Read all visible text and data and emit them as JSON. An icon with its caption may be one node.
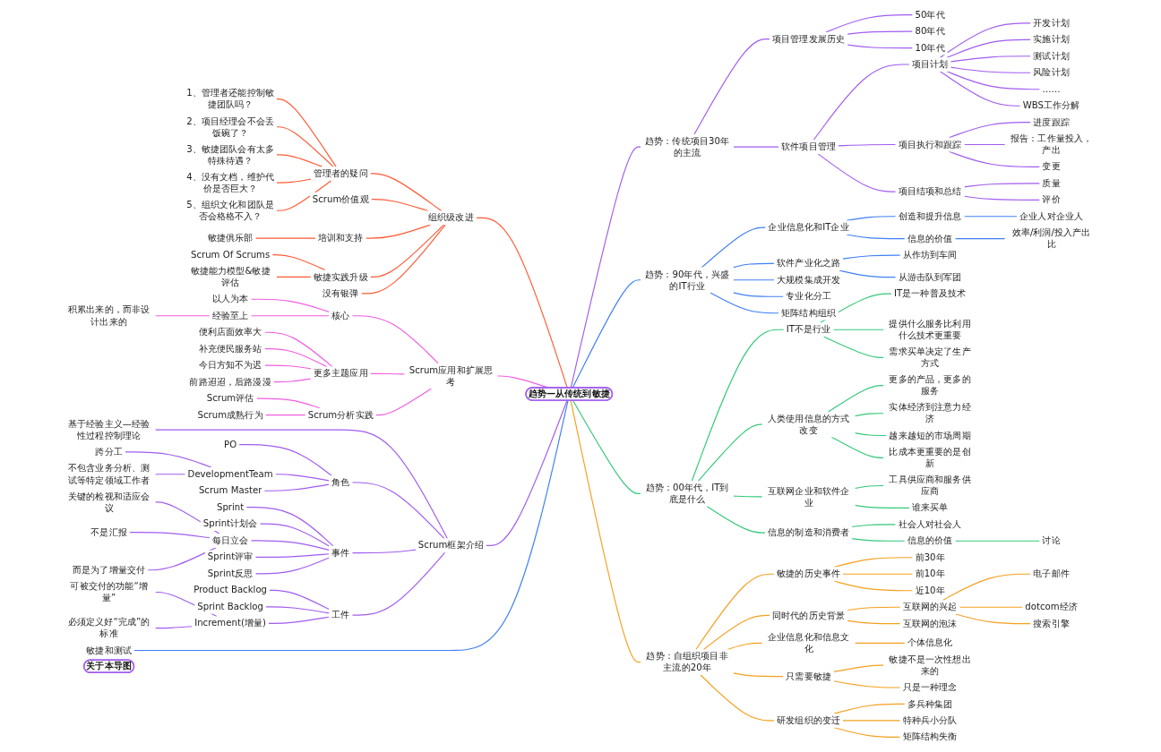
{
  "diagram": {
    "nodes": [
      {
        "text": [
          "趋势—从传统到敏捷"
        ]
      },
      {
        "text": [
          "趋势：传统项目30年的主流"
        ]
      },
      {
        "text": [
          "项目管理发展历史"
        ]
      },
      {
        "text": [
          "50年代"
        ]
      },
      {
        "text": [
          "80年代"
        ]
      },
      {
        "text": [
          "10年代"
        ]
      },
      {
        "text": [
          "软件项目管理"
        ]
      },
      {
        "text": [
          "项目计划"
        ]
      },
      {
        "text": [
          "开发计划"
        ]
      },
      {
        "text": [
          "实施计划"
        ]
      },
      {
        "text": [
          "测试计划"
        ]
      },
      {
        "text": [
          "风险计划"
        ]
      },
      {
        "text": [
          "……"
        ]
      },
      {
        "text": [
          "WBS工作分解"
        ]
      },
      {
        "text": [
          "项目执行和跟踪"
        ]
      },
      {
        "text": [
          "进度跟踪"
        ]
      },
      {
        "text": [
          "报告：工作量投入，产出"
        ]
      },
      {
        "text": [
          "变更"
        ]
      },
      {
        "text": [
          "项目结项和总结"
        ]
      },
      {
        "text": [
          "质量"
        ]
      },
      {
        "text": [
          "评价"
        ]
      },
      {
        "text": [
          "趋势：90年代，兴盛的IT行业"
        ]
      },
      {
        "text": [
          "企业信息化和IT企业"
        ]
      },
      {
        "text": [
          "创造和提升信息"
        ]
      },
      {
        "text": [
          "企业人对企业人"
        ]
      },
      {
        "text": [
          "信息的价值"
        ]
      },
      {
        "text": [
          "效率/利润/投入产出比"
        ]
      },
      {
        "text": [
          "软件产业化之路"
        ]
      },
      {
        "text": [
          "从作坊到车间"
        ]
      },
      {
        "text": [
          "从游击队到军团"
        ]
      },
      {
        "text": [
          "大规模集成开发"
        ]
      },
      {
        "text": [
          "专业化分工"
        ]
      },
      {
        "text": [
          "矩阵结构组织"
        ]
      },
      {
        "text": [
          "趋势：00年代，IT到底是什么"
        ]
      },
      {
        "text": [
          "IT不是行业"
        ]
      },
      {
        "text": [
          "IT是一种普及技术"
        ]
      },
      {
        "text": [
          "提供什么服务比利用什么技术更重要"
        ]
      },
      {
        "text": [
          "需求买单决定了生产方式"
        ]
      },
      {
        "text": [
          "人类使用信息的方式改变"
        ]
      },
      {
        "text": [
          "更多的产品，更多的服务"
        ]
      },
      {
        "text": [
          "实体经济到注意力经济"
        ]
      },
      {
        "text": [
          "越来越短的市场周期"
        ]
      },
      {
        "text": [
          "比成本更重要的是创新"
        ]
      },
      {
        "text": [
          "互联网企业和软件企业"
        ]
      },
      {
        "text": [
          "工具供应商和服务供应商"
        ]
      },
      {
        "text": [
          "谁来买单"
        ]
      },
      {
        "text": [
          "信息的制造和消费者"
        ]
      },
      {
        "text": [
          "社会人对社会人"
        ]
      },
      {
        "text": [
          "信息的价值"
        ]
      },
      {
        "text": [
          "讨论"
        ]
      },
      {
        "text": [
          "趋势：自组织项目非主流的20年"
        ]
      },
      {
        "text": [
          "敏捷的历史事件"
        ]
      },
      {
        "text": [
          "前30年"
        ]
      },
      {
        "text": [
          "前10年"
        ]
      },
      {
        "text": [
          "近10年"
        ]
      },
      {
        "text": [
          "同时代的历史背景"
        ]
      },
      {
        "text": [
          "互联网的兴起"
        ]
      },
      {
        "text": [
          "电子邮件"
        ]
      },
      {
        "text": [
          "dotcom经济"
        ]
      },
      {
        "text": [
          "搜索引擎"
        ]
      },
      {
        "text": [
          "互联网的泡沫"
        ]
      },
      {
        "text": [
          "企业信息化和信息文化"
        ]
      },
      {
        "text": [
          "个体信息化"
        ]
      },
      {
        "text": [
          "只需要敏捷"
        ]
      },
      {
        "text": [
          "敏捷不是一次性想出来的"
        ]
      },
      {
        "text": [
          "只是一种理念"
        ]
      },
      {
        "text": [
          "研发组织的变迁"
        ]
      },
      {
        "text": [
          "多兵种集团"
        ]
      },
      {
        "text": [
          "特种兵小分队"
        ]
      },
      {
        "text": [
          "矩阵结构失衡"
        ]
      },
      {
        "text": [
          "组织级改进"
        ]
      },
      {
        "text": [
          "管理者的疑问"
        ]
      },
      {
        "text": [
          "1、管理者还能控制敏捷团队吗？"
        ]
      },
      {
        "text": [
          "2、项目经理会不会丢饭碗了？"
        ]
      },
      {
        "text": [
          "3、敏捷团队会有太多特殊待遇？"
        ]
      },
      {
        "text": [
          "4、没有文档，维护代价是否巨大？"
        ]
      },
      {
        "text": [
          "5、组织文化和团队是否会格格不入？"
        ]
      },
      {
        "text": [
          "Scrum价值观"
        ]
      },
      {
        "text": [
          "培训和支持"
        ]
      },
      {
        "text": [
          "敏捷俱乐部"
        ]
      },
      {
        "text": [
          "敏捷实践升级"
        ]
      },
      {
        "text": [
          "Scrum Of Scrums"
        ]
      },
      {
        "text": [
          "敏捷能力模型&敏捷评估"
        ]
      },
      {
        "text": [
          "没有银弹"
        ]
      },
      {
        "text": [
          "Scrum应用和扩展思考"
        ]
      },
      {
        "text": [
          "核心"
        ]
      },
      {
        "text": [
          "以人为本"
        ]
      },
      {
        "text": [
          "经验至上"
        ]
      },
      {
        "text": [
          "积累出来的，而非设计出来的"
        ]
      },
      {
        "text": [
          "更多主题应用"
        ]
      },
      {
        "text": [
          "便利店面效率大"
        ]
      },
      {
        "text": [
          "补充便民服务站"
        ]
      },
      {
        "text": [
          "今日方知不为迟"
        ]
      },
      {
        "text": [
          "前路迢迢，后路漫漫"
        ]
      },
      {
        "text": [
          "Scrum分析实践"
        ]
      },
      {
        "text": [
          "Scrum评估"
        ]
      },
      {
        "text": [
          "Scrum成熟行为"
        ]
      },
      {
        "text": [
          "Scrum框架介绍"
        ]
      },
      {
        "text": [
          "基于经验主义—经验性过程控制理论"
        ]
      },
      {
        "text": [
          "角色"
        ]
      },
      {
        "text": [
          "PO"
        ]
      },
      {
        "text": [
          "DevelopmentTeam"
        ]
      },
      {
        "text": [
          "跨分工"
        ]
      },
      {
        "text": [
          "不包含业务分析、测试等特定领域工作者"
        ]
      },
      {
        "text": [
          "Scrum Master"
        ]
      },
      {
        "text": [
          "事件"
        ]
      },
      {
        "text": [
          "Sprint"
        ]
      },
      {
        "text": [
          "Sprint计划会"
        ]
      },
      {
        "text": [
          "每日立会"
        ]
      },
      {
        "text": [
          "关键的检视和适应会议"
        ]
      },
      {
        "text": [
          "不是汇报"
        ]
      },
      {
        "text": [
          "而是为了增量交付"
        ]
      },
      {
        "text": [
          "Sprint评审"
        ]
      },
      {
        "text": [
          "Sprint反思"
        ]
      },
      {
        "text": [
          "工件"
        ]
      },
      {
        "text": [
          "Product Backlog"
        ]
      },
      {
        "text": [
          "Sprint Backlog"
        ]
      },
      {
        "text": [
          "Increment(增量)"
        ]
      },
      {
        "text": [
          "可被交付的功能“增量”"
        ]
      },
      {
        "text": [
          "必须定义好“完成”的标准"
        ]
      },
      {
        "text": [
          "敏捷和测试"
        ]
      },
      {
        "text": [
          "关于本导图"
        ]
      }
    ],
    "edges": [
      {
        "from": 0,
        "to": 1,
        "arrow": "none"
      },
      {
        "from": 1,
        "to": 2,
        "arrow": "none"
      },
      {
        "from": 2,
        "to": 3,
        "arrow": "none"
      },
      {
        "from": 2,
        "to": 4,
        "arrow": "none"
      },
      {
        "from": 2,
        "to": 5,
        "arrow": "none"
      },
      {
        "from": 1,
        "to": 6,
        "arrow": "none"
      },
      {
        "from": 6,
        "to": 7,
        "arrow": "none"
      },
      {
        "from": 7,
        "to": 8,
        "arrow": "none"
      },
      {
        "from": 7,
        "to": 9,
        "arrow": "none"
      },
      {
        "from": 7,
        "to": 10,
        "arrow": "none"
      },
      {
        "from": 7,
        "to": 11,
        "arrow": "none"
      },
      {
        "from": 7,
        "to": 12,
        "arrow": "none"
      },
      {
        "from": 7,
        "to": 13,
        "arrow": "none"
      },
      {
        "from": 6,
        "to": 14,
        "arrow": "none"
      },
      {
        "from": 14,
        "to": 15,
        "arrow": "none"
      },
      {
        "from": 14,
        "to": 16,
        "arrow": "none"
      },
      {
        "from": 14,
        "to": 17,
        "arrow": "none"
      },
      {
        "from": 6,
        "to": 18,
        "arrow": "none"
      },
      {
        "from": 18,
        "to": 19,
        "arrow": "none"
      },
      {
        "from": 18,
        "to": 20,
        "arrow": "none"
      },
      {
        "from": 0,
        "to": 21,
        "arrow": "none",
        "color": "#3f7ff6"
      },
      {
        "from": 21,
        "to": 22,
        "arrow": "none",
        "color": "#3f7ff6"
      },
      {
        "from": 22,
        "to": 23,
        "arrow": "none",
        "color": "#3f7ff6"
      },
      {
        "from": 23,
        "to": 24,
        "arrow": "none",
        "color": "#3f7ff6"
      },
      {
        "from": 22,
        "to": 25,
        "arrow": "none",
        "color": "#3f7ff6"
      },
      {
        "from": 25,
        "to": 26,
        "arrow": "none",
        "color": "#3f7ff6"
      },
      {
        "from": 21,
        "to": 27,
        "arrow": "none",
        "color": "#3f7ff6"
      },
      {
        "from": 27,
        "to": 28,
        "arrow": "none",
        "color": "#3f7ff6"
      },
      {
        "from": 27,
        "to": 29,
        "arrow": "none",
        "color": "#3f7ff6"
      },
      {
        "from": 21,
        "to": 30,
        "arrow": "none",
        "color": "#3f7ff6"
      },
      {
        "from": 21,
        "to": 31,
        "arrow": "none",
        "color": "#3f7ff6"
      },
      {
        "from": 21,
        "to": 32,
        "arrow": "none",
        "color": "#3f7ff6"
      },
      {
        "from": 0,
        "to": 33,
        "arrow": "none",
        "color": "#33c878"
      },
      {
        "from": 33,
        "to": 34,
        "arrow": "none",
        "color": "#33c878"
      },
      {
        "from": 34,
        "to": 35,
        "arrow": "none",
        "color": "#33c878"
      },
      {
        "from": 34,
        "to": 36,
        "arrow": "none",
        "color": "#33c878"
      },
      {
        "from": 34,
        "to": 37,
        "arrow": "none",
        "color": "#33c878"
      },
      {
        "from": 33,
        "to": 38,
        "arrow": "none",
        "color": "#33c878"
      },
      {
        "from": 38,
        "to": 39,
        "arrow": "none",
        "color": "#33c878"
      },
      {
        "from": 38,
        "to": 40,
        "arrow": "none",
        "color": "#33c878"
      },
      {
        "from": 38,
        "to": 41,
        "arrow": "none",
        "color": "#33c878"
      },
      {
        "from": 38,
        "to": 42,
        "arrow": "none",
        "color": "#33c878"
      },
      {
        "from": 33,
        "to": 43,
        "arrow": "none",
        "color": "#33c878"
      },
      {
        "from": 43,
        "to": 44,
        "arrow": "none",
        "color": "#33c878"
      },
      {
        "from": 43,
        "to": 45,
        "arrow": "none",
        "color": "#33c878"
      },
      {
        "from": 33,
        "to": 46,
        "arrow": "none",
        "color": "#33c878"
      },
      {
        "from": 46,
        "to": 47,
        "arrow": "none",
        "color": "#33c878"
      },
      {
        "from": 46,
        "to": 48,
        "arrow": "none",
        "color": "#33c878"
      },
      {
        "from": 48,
        "to": 49,
        "arrow": "none",
        "color": "#33c878"
      },
      {
        "from": 0,
        "to": 50,
        "arrow": "none",
        "color": "#f5a01e"
      },
      {
        "from": 50,
        "to": 51,
        "arrow": "none",
        "color": "#f5a01e"
      },
      {
        "from": 51,
        "to": 52,
        "arrow": "none",
        "color": "#f5a01e"
      },
      {
        "from": 51,
        "to": 53,
        "arrow": "none",
        "color": "#f5a01e"
      },
      {
        "from": 51,
        "to": 54,
        "arrow": "none",
        "color": "#f5a01e"
      },
      {
        "from": 50,
        "to": 55,
        "arrow": "none",
        "color": "#f5a01e"
      },
      {
        "from": 55,
        "to": 56,
        "arrow": "none",
        "color": "#f5a01e"
      },
      {
        "from": 56,
        "to": 57,
        "arrow": "none",
        "color": "#f5a01e"
      },
      {
        "from": 56,
        "to": 58,
        "arrow": "none",
        "color": "#f5a01e"
      },
      {
        "from": 56,
        "to": 59,
        "arrow": "none",
        "color": "#f5a01e"
      },
      {
        "from": 55,
        "to": 60,
        "arrow": "none",
        "color": "#f5a01e"
      },
      {
        "from": 50,
        "to": 61,
        "arrow": "none",
        "color": "#f5a01e"
      },
      {
        "from": 61,
        "to": 62,
        "arrow": "none",
        "color": "#f5a01e"
      },
      {
        "from": 50,
        "to": 63,
        "arrow": "none",
        "color": "#f5a01e"
      },
      {
        "from": 63,
        "to": 64,
        "arrow": "none",
        "color": "#f5a01e"
      },
      {
        "from": 63,
        "to": 65,
        "arrow": "none",
        "color": "#f5a01e"
      },
      {
        "from": 50,
        "to": 66,
        "arrow": "none",
        "color": "#f5a01e"
      },
      {
        "from": 66,
        "to": 67,
        "arrow": "none",
        "color": "#f5a01e"
      },
      {
        "from": 66,
        "to": 68,
        "arrow": "none",
        "color": "#f5a01e"
      },
      {
        "from": 66,
        "to": 69,
        "arrow": "none",
        "color": "#f5a01e"
      },
      {
        "from": 70,
        "to": 0,
        "arrow": "none",
        "color": "#ff5a36"
      },
      {
        "from": 71,
        "to": 70,
        "arrow": "none",
        "color": "#ff5a36"
      },
      {
        "from": 72,
        "to": 71,
        "arrow": "none",
        "color": "#ff5a36"
      },
      {
        "from": 73,
        "to": 71,
        "arrow": "none",
        "color": "#ff5a36"
      },
      {
        "from": 74,
        "to": 71,
        "arrow": "none",
        "color": "#ff5a36"
      },
      {
        "from": 75,
        "to": 71,
        "arrow": "none",
        "color": "#ff5a36"
      },
      {
        "from": 76,
        "to": 71,
        "arrow": "none",
        "color": "#ff5a36"
      },
      {
        "from": 77,
        "to": 70,
        "arrow": "none",
        "color": "#ff5a36"
      },
      {
        "from": 78,
        "to": 70,
        "arrow": "none",
        "color": "#ff5a36"
      },
      {
        "from": 79,
        "to": 78,
        "arrow": "none",
        "color": "#ff5a36"
      },
      {
        "from": 80,
        "to": 70,
        "arrow": "none",
        "color": "#ff5a36"
      },
      {
        "from": 81,
        "to": 80,
        "arrow": "none",
        "color": "#ff5a36"
      },
      {
        "from": 82,
        "to": 80,
        "arrow": "none",
        "color": "#ff5a36"
      },
      {
        "from": 83,
        "to": 70,
        "arrow": "none",
        "color": "#ff5a36"
      },
      {
        "from": 84,
        "to": 0,
        "arrow": "none",
        "color": "#f05ee0"
      },
      {
        "from": 85,
        "to": 84,
        "arrow": "none",
        "color": "#f05ee0"
      },
      {
        "from": 86,
        "to": 85,
        "arrow": "none",
        "color": "#f05ee0"
      },
      {
        "from": 87,
        "to": 85,
        "arrow": "none",
        "color": "#f05ee0"
      },
      {
        "from": 88,
        "to": 87,
        "arrow": "none",
        "color": "#f05ee0"
      },
      {
        "from": 89,
        "to": 84,
        "arrow": "none",
        "color": "#f05ee0"
      },
      {
        "from": 90,
        "to": 89,
        "arrow": "none",
        "color": "#f05ee0"
      },
      {
        "from": 91,
        "to": 89,
        "arrow": "none",
        "color": "#f05ee0"
      },
      {
        "from": 92,
        "to": 89,
        "arrow": "none",
        "color": "#f05ee0"
      },
      {
        "from": 93,
        "to": 89,
        "arrow": "none",
        "color": "#f05ee0"
      },
      {
        "from": 94,
        "to": 84,
        "arrow": "none",
        "color": "#f05ee0"
      },
      {
        "from": 95,
        "to": 94,
        "arrow": "none",
        "color": "#f05ee0"
      },
      {
        "from": 96,
        "to": 94,
        "arrow": "none",
        "color": "#f05ee0"
      },
      {
        "from": 97,
        "to": 0,
        "arrow": "none"
      },
      {
        "from": 98,
        "to": 97,
        "arrow": "none"
      },
      {
        "from": 99,
        "to": 97,
        "arrow": "none"
      },
      {
        "from": 100,
        "to": 99,
        "arrow": "none"
      },
      {
        "from": 101,
        "to": 99,
        "arrow": "none"
      },
      {
        "from": 102,
        "to": 101,
        "arrow": "none"
      },
      {
        "from": 103,
        "to": 101,
        "arrow": "none"
      },
      {
        "from": 104,
        "to": 99,
        "arrow": "none"
      },
      {
        "from": 105,
        "to": 97,
        "arrow": "none"
      },
      {
        "from": 106,
        "to": 105,
        "arrow": "none"
      },
      {
        "from": 107,
        "to": 105,
        "arrow": "none"
      },
      {
        "from": 108,
        "to": 105,
        "arrow": "none"
      },
      {
        "from": 109,
        "to": 108,
        "arrow": "none"
      },
      {
        "from": 110,
        "to": 108,
        "arrow": "none"
      },
      {
        "from": 111,
        "to": 108,
        "arrow": "none"
      },
      {
        "from": 112,
        "to": 105,
        "arrow": "none"
      },
      {
        "from": 113,
        "to": 105,
        "arrow": "none"
      },
      {
        "from": 114,
        "to": 97,
        "arrow": "none"
      },
      {
        "from": 115,
        "to": 114,
        "arrow": "none"
      },
      {
        "from": 116,
        "to": 114,
        "arrow": "none"
      },
      {
        "from": 117,
        "to": 114,
        "arrow": "none"
      },
      {
        "from": 118,
        "to": 117,
        "arrow": "none"
      },
      {
        "from": 119,
        "to": 117,
        "arrow": "none"
      },
      {
        "from": 120,
        "to": 0,
        "arrow": "none",
        "color": "#3f7ff6"
      }
    ]
  }
}
